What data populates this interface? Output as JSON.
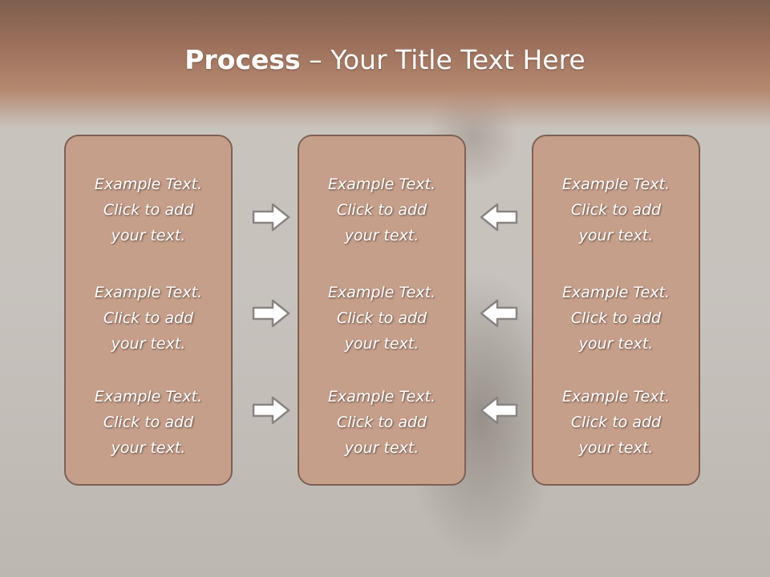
{
  "slide": {
    "title_bold": "Process",
    "title_rest": " – Your Title Text Here"
  },
  "columns": [
    {
      "blocks": [
        {
          "line1": "Example Text.",
          "line2": "Click  to add",
          "line3": "your text."
        },
        {
          "line1": "Example Text.",
          "line2": "Click  to add",
          "line3": "your text."
        },
        {
          "line1": "Example Text.",
          "line2": "Click  to add",
          "line3": "your text."
        }
      ]
    },
    {
      "blocks": [
        {
          "line1": "Example Text.",
          "line2": "Click  to add",
          "line3": "your text."
        },
        {
          "line1": "Example Text.",
          "line2": "Click  to add",
          "line3": "your text."
        },
        {
          "line1": "Example Text.",
          "line2": "Click  to add",
          "line3": "your text."
        }
      ]
    },
    {
      "blocks": [
        {
          "line1": "Example Text.",
          "line2": "Click  to add",
          "line3": "your text."
        },
        {
          "line1": "Example Text.",
          "line2": "Click  to add",
          "line3": "your text."
        },
        {
          "line1": "Example Text.",
          "line2": "Click  to add",
          "line3": "your text."
        }
      ]
    }
  ],
  "arrows": {
    "left_group": "right-arrow-icon",
    "right_group": "left-arrow-icon"
  },
  "colors": {
    "header": "#9c705b",
    "panel_fill": "#c69f8a",
    "panel_border": "#7d6154",
    "arrow_fill": "#ffffff",
    "arrow_stroke": "#8a8480"
  }
}
